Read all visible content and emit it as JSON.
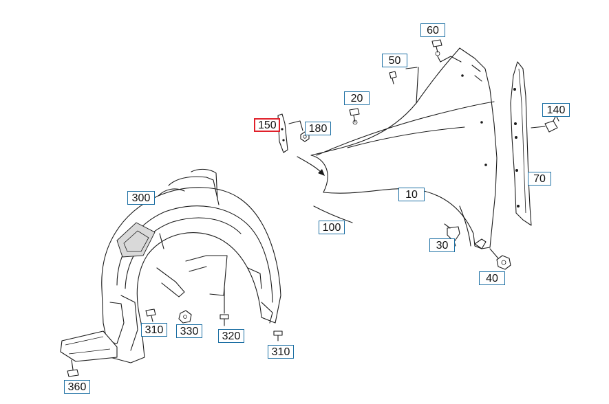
{
  "callouts": {
    "c60": "60",
    "c50": "50",
    "c20": "20",
    "c150": "150",
    "c180": "180",
    "c140": "140",
    "c70": "70",
    "c300": "300",
    "c10": "10",
    "c100": "100",
    "c30": "30",
    "c40": "40",
    "c310a": "310",
    "c330": "330",
    "c320": "320",
    "c310b": "310",
    "c360": "360"
  },
  "colors": {
    "callout_border": "#1c6fa3",
    "selected_border": "#e0202a"
  },
  "selected_callout": "150"
}
